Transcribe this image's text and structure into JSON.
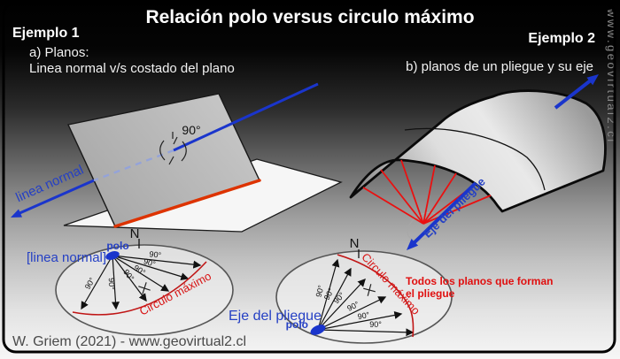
{
  "title": "Relación polo versus circulo máximo",
  "watermark": "www.geovirtual2.cl",
  "credit": "W. Griem (2021) - www.geovirtual2.cl",
  "example1": {
    "heading": "Ejemplo 1",
    "subtitle_line1": "a) Planos:",
    "subtitle_line2": "Linea normal v/s costado del plano",
    "normal_line_label": "linea normal",
    "plane_angle_label": "90°",
    "stereonet": {
      "north": "N",
      "pole_label": "polo",
      "pole_name": "[linea normal]",
      "great_circle_label": "Circulo máximo",
      "angle_label": "90°"
    }
  },
  "example2": {
    "heading": "Ejemplo 2",
    "subtitle": "b) planos de un pliegue y su eje",
    "fold_axis_label": "Eje del pliegue",
    "stereonet": {
      "north": "N",
      "pole_label": "polo",
      "axis_label": "Eje del pliegue",
      "great_circle_label": "Circulo máximo",
      "angle_label": "90°",
      "note_line1": "Todos los planos que forman",
      "note_line2": "el pliegue"
    }
  },
  "colors": {
    "line_blue": "#1a35cc",
    "label_blue": "#2540c4",
    "red": "#ea1010",
    "great_circle_red": "#c01616",
    "plane_edge_red": "#dd3300",
    "background_top": "#000000",
    "background_bottom": "#f6f6f6"
  }
}
